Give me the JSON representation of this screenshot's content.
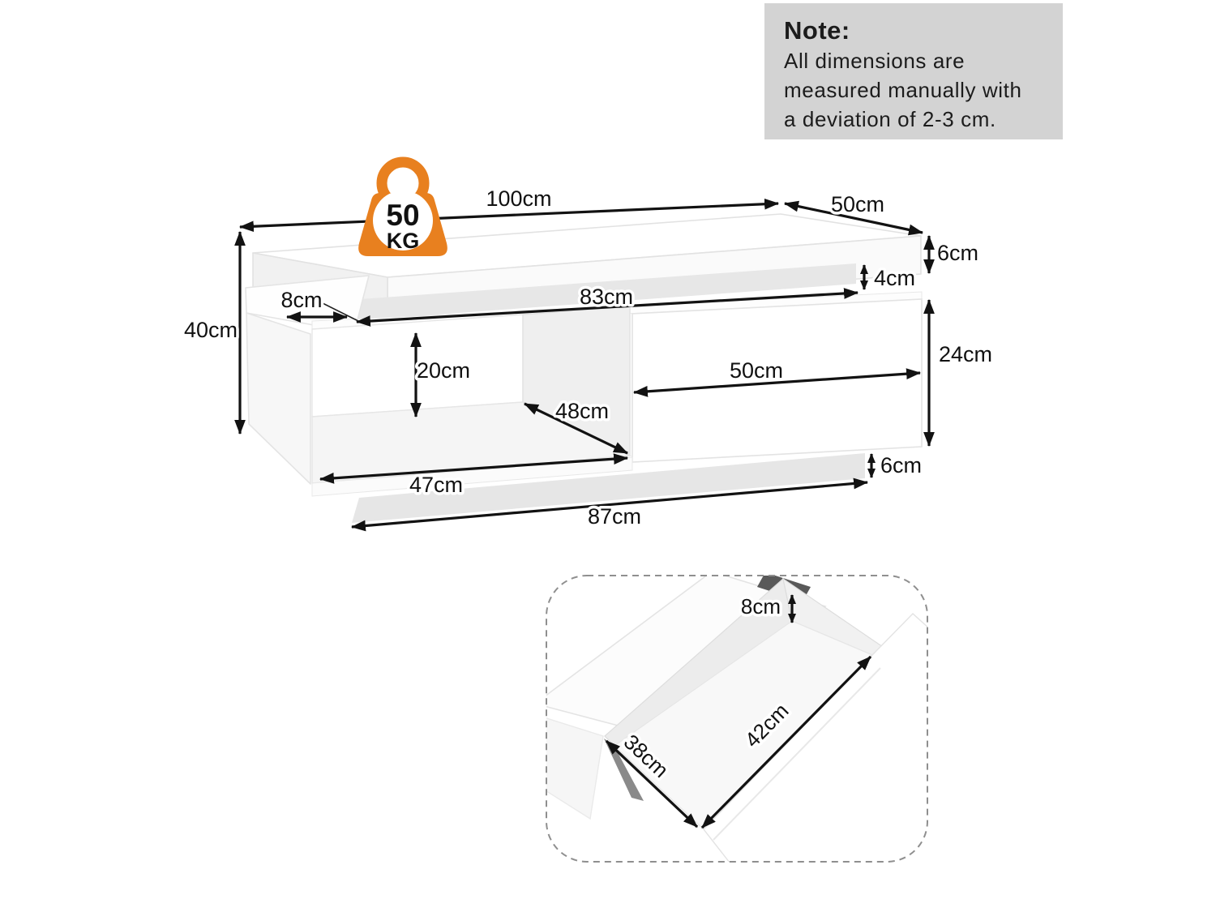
{
  "note": {
    "title": "Note:",
    "line1": "All dimensions are",
    "line2": "measured manually with",
    "line3": "a deviation of 2-3 cm."
  },
  "weight_badge": {
    "value": "50",
    "unit": "KG"
  },
  "colors": {
    "accent_orange": "#E8801F",
    "note_background": "#D3D3D3",
    "dimension_line": "#121212",
    "panel_gray": "#E7E7E7"
  },
  "main_view": {
    "dimensions": {
      "top_width": "100cm",
      "top_depth": "50cm",
      "top_thickness": "6cm",
      "middle_gap": "4cm",
      "shelf_length": "83cm",
      "left_ledge": "8cm",
      "total_height": "40cm",
      "compartment_height": "20cm",
      "compartment_depth": "48cm",
      "drawer_width": "50cm",
      "drawer_front_height": "24cm",
      "compartment_width": "47cm",
      "base_height": "6cm",
      "base_length": "87cm"
    }
  },
  "inset_view": {
    "dimensions": {
      "drawer_inner_height": "8cm",
      "drawer_inner_width": "38cm",
      "drawer_inner_length": "42cm"
    }
  }
}
